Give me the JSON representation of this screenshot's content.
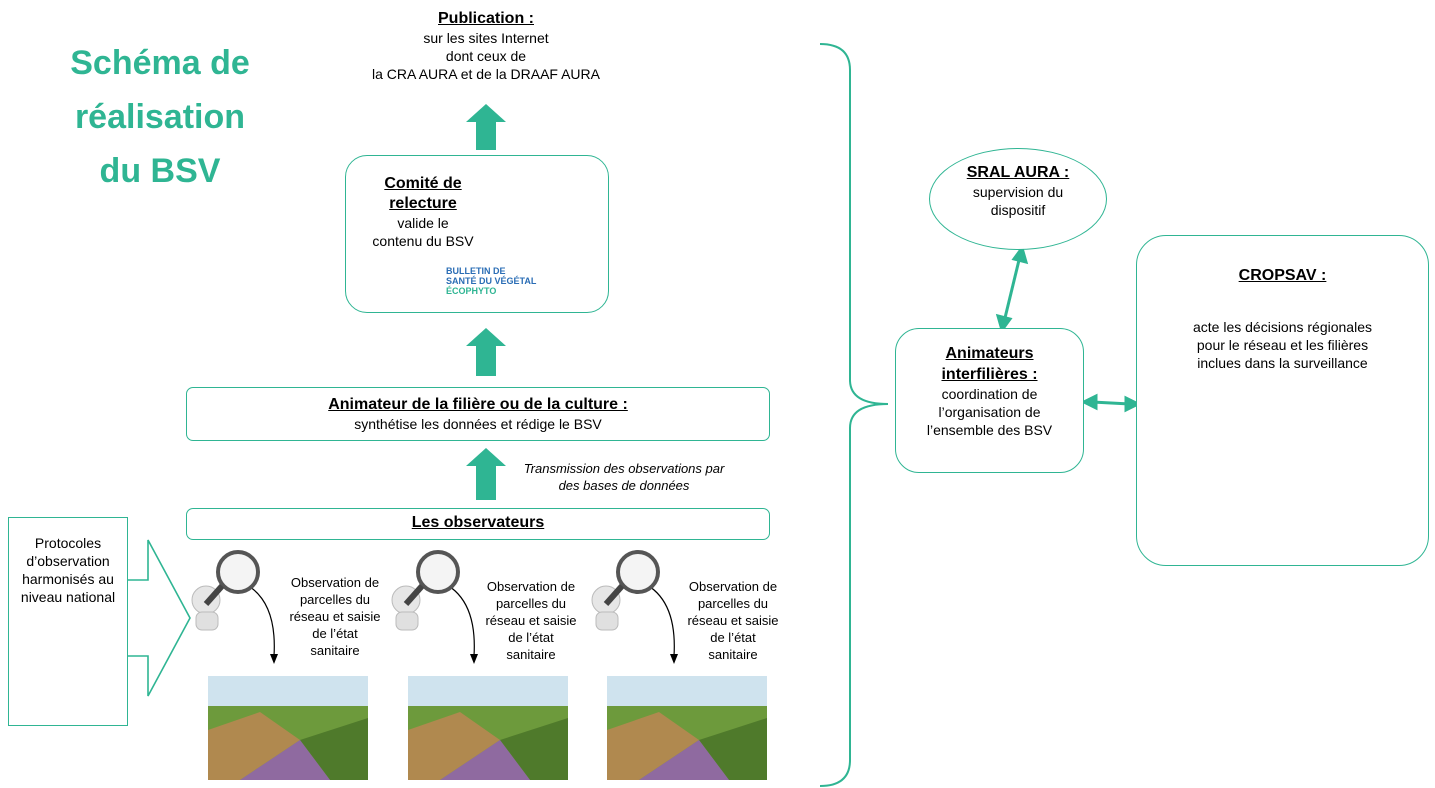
{
  "title": {
    "line1": "Schéma de",
    "line2": "réalisation",
    "line3": "du BSV"
  },
  "publication": {
    "heading": "Publication :",
    "line1": "sur les sites Internet",
    "line2": "dont ceux de",
    "line3": "la CRA AURA et de la DRAAF AURA"
  },
  "comite": {
    "heading_line1": "Comité de",
    "heading_line2": "relecture",
    "line1": "valide le",
    "line2": "contenu du BSV",
    "logo_line1": "BULLETIN DE",
    "logo_line2": "SANTÉ DU VÉGÉTAL",
    "logo_line3": "ÉCOPHYTO"
  },
  "animateur_filiere": {
    "heading": "Animateur de la filière ou de la culture :",
    "text": "synthétise les données et rédige le BSV"
  },
  "transmission": {
    "line1": "Transmission des observations par",
    "line2": "des bases de données"
  },
  "observateurs": {
    "heading": "Les observateurs"
  },
  "protocoles": {
    "line1": "Protocoles",
    "line2": "d’observation",
    "line3": "harmonisés au",
    "line4": "niveau national"
  },
  "observations": [
    {
      "line1": "Observation de",
      "line2": "parcelles du",
      "line3": "réseau et saisie",
      "line4": "de l’état",
      "line5": "sanitaire"
    },
    {
      "line1": "Observation de",
      "line2": "parcelles du",
      "line3": "réseau et saisie",
      "line4": "de l’état",
      "line5": "sanitaire"
    },
    {
      "line1": "Observation de",
      "line2": "parcelles du",
      "line3": "réseau et saisie",
      "line4": "de l’état",
      "line5": "sanitaire"
    }
  ],
  "sral": {
    "heading": "SRAL AURA :",
    "line1": "supervision du",
    "line2": "dispositif"
  },
  "animateurs_inter": {
    "heading_line1": "Animateurs",
    "heading_line2": "interfilières :",
    "line1": "coordination de",
    "line2": "l’organisation de",
    "line3": "l’ensemble des BSV"
  },
  "cropsav": {
    "heading": "CROPSAV :",
    "line1": "acte les décisions régionales",
    "line2": "pour le réseau et les filières",
    "line3": "inclues dans la surveillance"
  },
  "colors": {
    "accent": "#2fb593"
  },
  "icons": [
    "magnifier-person-icon",
    "checklist-person-icon",
    "book-stack-icon",
    "meeting-table-icon",
    "field-photo"
  ]
}
